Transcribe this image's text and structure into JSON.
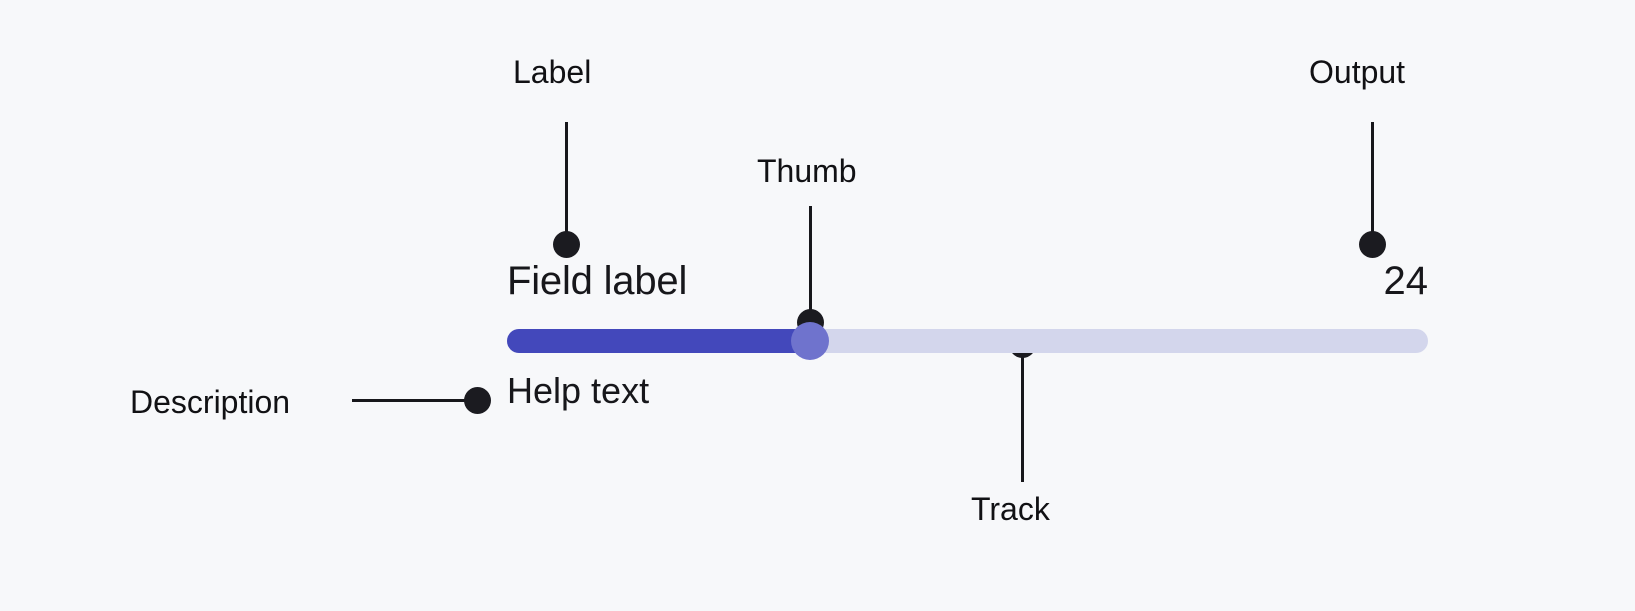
{
  "page": {
    "title": "Slider anatomy diagram",
    "background_color": "#f7f8fa"
  },
  "slider": {
    "field_label": "Field label",
    "value_output": "24",
    "help_text": "Help text",
    "value": 24,
    "fill_color": "#4348bb",
    "track_color": "#d3d6ec",
    "thumb_color": "#6f73cd"
  },
  "annotations": [
    {
      "id": "label",
      "text": "Label"
    },
    {
      "id": "thumb",
      "text": "Thumb"
    },
    {
      "id": "output",
      "text": "Output"
    },
    {
      "id": "track",
      "text": "Track"
    },
    {
      "id": "description",
      "text": "Description"
    }
  ]
}
